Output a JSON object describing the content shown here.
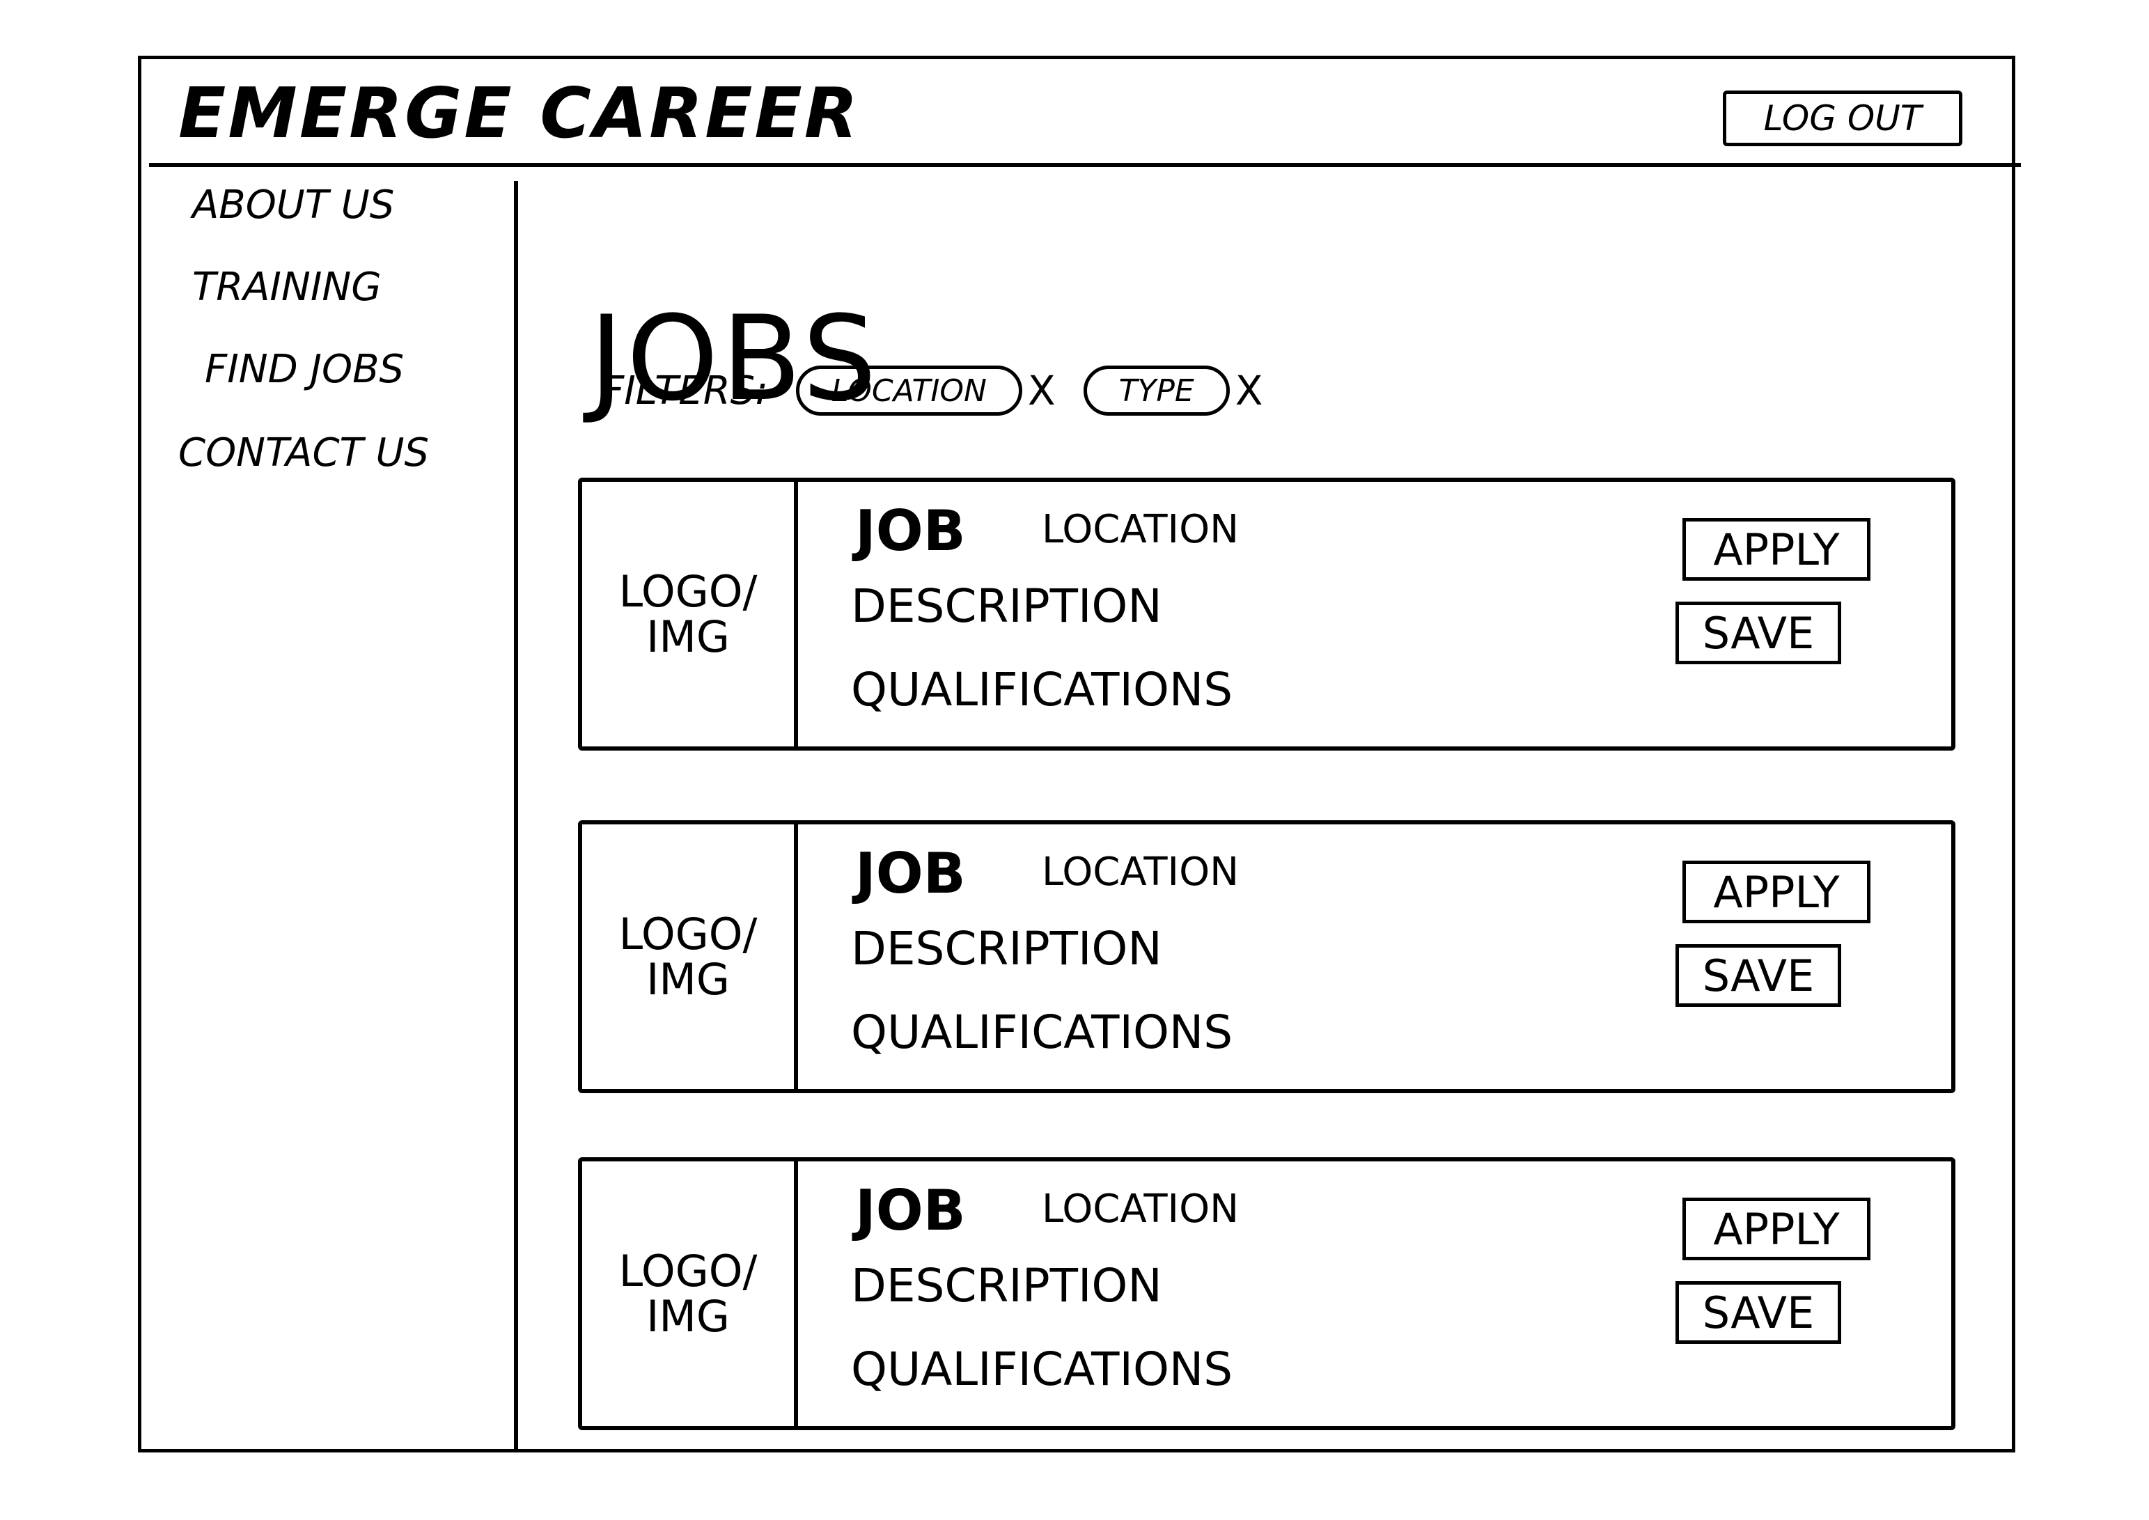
{
  "header": {
    "app_title": "EMERGE CAREER",
    "logout_label": "LOG OUT"
  },
  "sidebar": {
    "items": [
      {
        "label": "ABOUT US"
      },
      {
        "label": "TRAINING"
      },
      {
        "label": "FIND JOBS"
      },
      {
        "label": "CONTACT US"
      }
    ]
  },
  "main": {
    "title": "JOBS",
    "filters_label": "FILTERS:",
    "filters": [
      {
        "label": "LOCATION",
        "remove": "X"
      },
      {
        "label": "TYPE",
        "remove": "X"
      }
    ],
    "jobs": [
      {
        "logo": "LOGO/\nIMG",
        "title": "JOB",
        "location": "LOCATION",
        "description": "DESCRIPTION",
        "qualifications": "QUALIFICATIONS",
        "apply_label": "APPLY",
        "save_label": "SAVE"
      },
      {
        "logo": "LOGO/\nIMG",
        "title": "JOB",
        "location": "LOCATION",
        "description": "DESCRIPTION",
        "qualifications": "QUALIFICATIONS",
        "apply_label": "APPLY",
        "save_label": "SAVE"
      },
      {
        "logo": "LOGO/\nIMG",
        "title": "JOB",
        "location": "LOCATION",
        "description": "DESCRIPTION",
        "qualifications": "QUALIFICATIONS",
        "apply_label": "APPLY",
        "save_label": "SAVE"
      }
    ]
  }
}
